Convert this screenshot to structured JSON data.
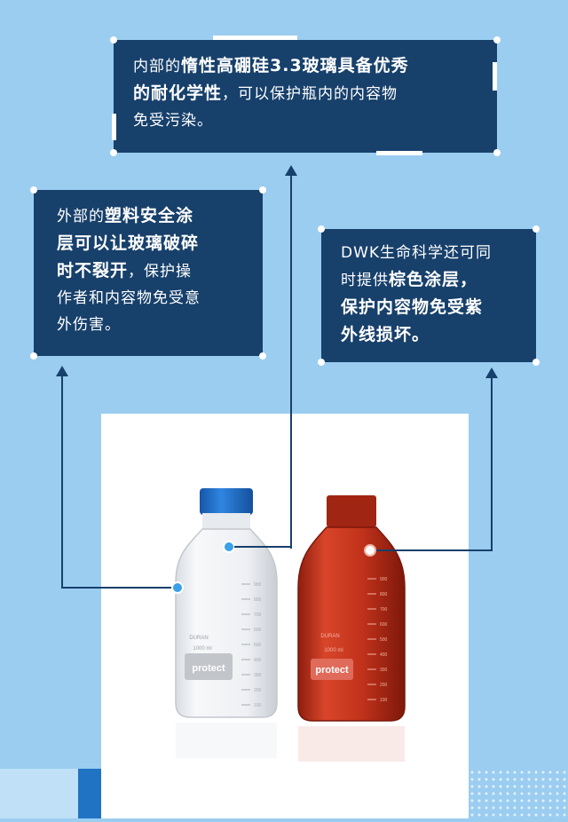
{
  "callouts": {
    "top": {
      "line1_pre": "内部的",
      "line1_bold": "惰性高硼硅3.3玻璃具备优秀",
      "line2_bold": "的耐化学性",
      "line2_post": "，可以保护瓶内的内容物",
      "line3": "免受污染。"
    },
    "left": {
      "line1_pre": "外部的",
      "line1_bold": "塑料安全涂",
      "line2_bold": "层可以让玻璃破碎",
      "line3_bold": "时不裂开",
      "line3_post": "，保护操",
      "line4": "作者和内容物免受意",
      "line5": "外伤害。"
    },
    "right": {
      "line1": "DWK生命科学还可同",
      "line2_pre": "时提供",
      "line2_bold": "棕色涂层，",
      "line3_bold": "保护内容物免受紫",
      "line4_bold": "外线损坏。"
    }
  },
  "clear_bottle": {
    "brand": "DURAN",
    "volume": "1000 ml",
    "label": "protect",
    "graduations": [
      "900",
      "800",
      "700",
      "600",
      "500",
      "400",
      "300",
      "200",
      "100"
    ],
    "cap_color": "#1e6fc9"
  },
  "amber_bottle": {
    "brand": "DURAN",
    "volume": "1000 ml",
    "label": "protect",
    "graduations": [
      "900",
      "800",
      "700",
      "600",
      "500",
      "400",
      "300",
      "200",
      "100"
    ],
    "glass_color": "#c1321b"
  },
  "colors": {
    "background": "#9bcdf0",
    "callout": "#17406b",
    "connector": "#17406b",
    "marker": "#3aa0e8"
  }
}
